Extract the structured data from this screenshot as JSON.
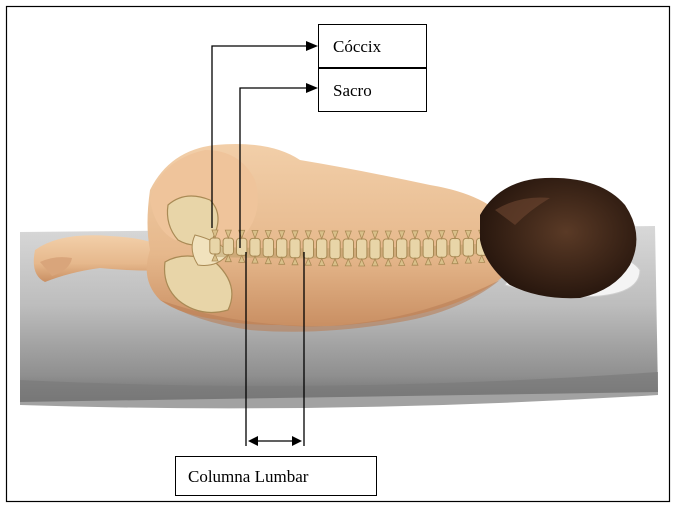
{
  "labels": {
    "coccix": "Cóccix",
    "sacro": "Sacro",
    "columna_lumbar": "Columna Lumbar"
  },
  "colors": {
    "skin": "#e9bf98",
    "skin_shadow": "#cf9a70",
    "hair": "#3b2418",
    "bone": "#e8d5a8",
    "bone_shadow": "#b89b66",
    "table_top": "#c9c9c9",
    "table_side": "#9a9a9a",
    "line": "#000000"
  }
}
